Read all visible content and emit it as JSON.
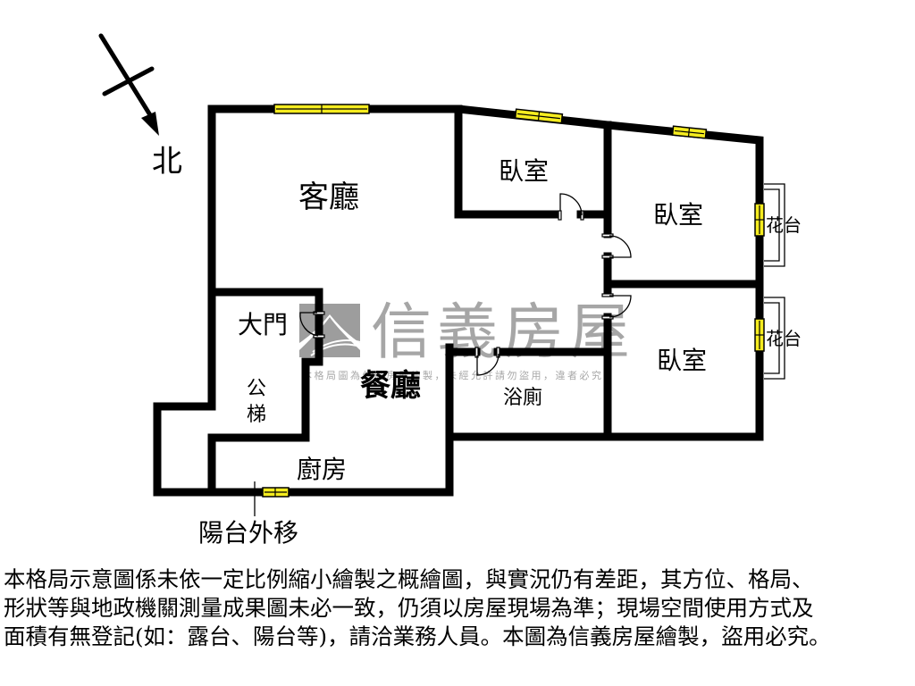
{
  "compass": {
    "north_label": "北",
    "icon": "north-arrow-icon"
  },
  "rooms": {
    "living_room": "客廳",
    "bedroom_1": "臥室",
    "bedroom_2": "臥室",
    "bedroom_3": "臥室",
    "main_door": "大門",
    "public_stairs_line1": "公",
    "public_stairs_line2": "梯",
    "dining_room": "餐廳",
    "bathroom": "浴廁",
    "kitchen": "廚房",
    "planter_1": "花台",
    "planter_2": "花台"
  },
  "annotations": {
    "balcony_moved_out": "陽台外移"
  },
  "watermark": {
    "brand": "信義房屋",
    "notice": "本格局圖為信義房屋繪製，未經允許請勿盜用，違者必究",
    "logo_color": "#9d9d9d"
  },
  "colors": {
    "wall": "#000000",
    "window": "#f5ec1f"
  },
  "disclaimer": {
    "lines": [
      "本格局示意圖係未依一定比例縮小繪製之概繪圖，與實況仍有差距，其方位、格局、",
      "形狀等與地政機關測量成果圖未必一致，仍須以房屋現場為準；現場空間使用方式及",
      "面積有無登記(如：露台、陽台等)，請洽業務人員。本圖為信義房屋繪製，盜用必究。"
    ]
  }
}
